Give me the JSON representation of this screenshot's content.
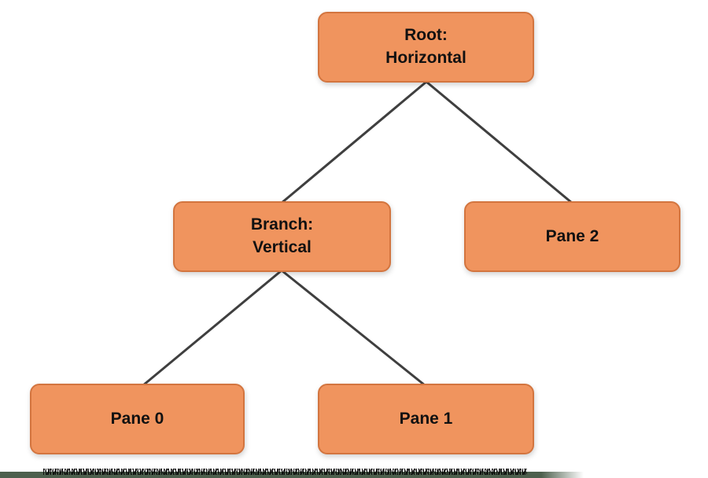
{
  "colors": {
    "node-fill": "#F0945E",
    "node-border": "#D3753F",
    "edge": "#3F3F3F",
    "text": "#111111",
    "background": "#FFFFFF",
    "artifact-green": "#4D604D"
  },
  "diagram": {
    "type": "tree",
    "nodes": [
      {
        "id": "root",
        "line1": "Root:",
        "line2": "Horizontal"
      },
      {
        "id": "branch",
        "line1": "Branch:",
        "line2": "Vertical"
      },
      {
        "id": "pane2",
        "line1": "Pane 2"
      },
      {
        "id": "pane0",
        "line1": "Pane 0"
      },
      {
        "id": "pane1",
        "line1": "Pane 1"
      }
    ],
    "edges": [
      {
        "from": "root",
        "to": "branch"
      },
      {
        "from": "root",
        "to": "pane2"
      },
      {
        "from": "branch",
        "to": "pane0"
      },
      {
        "from": "branch",
        "to": "pane1"
      }
    ]
  }
}
